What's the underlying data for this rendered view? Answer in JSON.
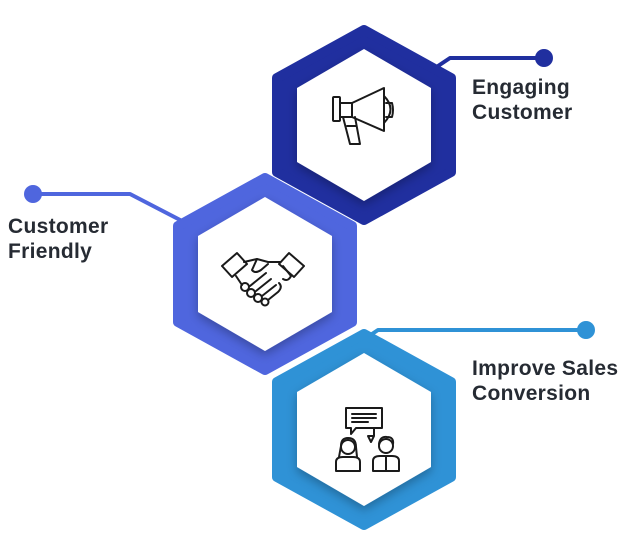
{
  "colors": {
    "engaging": "#202f9f",
    "friendly": "#4f66de",
    "sales": "#2f92d6",
    "text": "#262b33",
    "inner": "#ffffff",
    "icon_stroke": "#1a1a1a"
  },
  "items": [
    {
      "id": "engaging",
      "title_lines": [
        "Engaging",
        "Customer"
      ],
      "icon": "megaphone-icon"
    },
    {
      "id": "friendly",
      "title_lines": [
        "Customer",
        "Friendly"
      ],
      "icon": "handshake-icon"
    },
    {
      "id": "sales",
      "title_lines": [
        "Improve Sales",
        "Conversion"
      ],
      "icon": "conversation-icon"
    }
  ]
}
